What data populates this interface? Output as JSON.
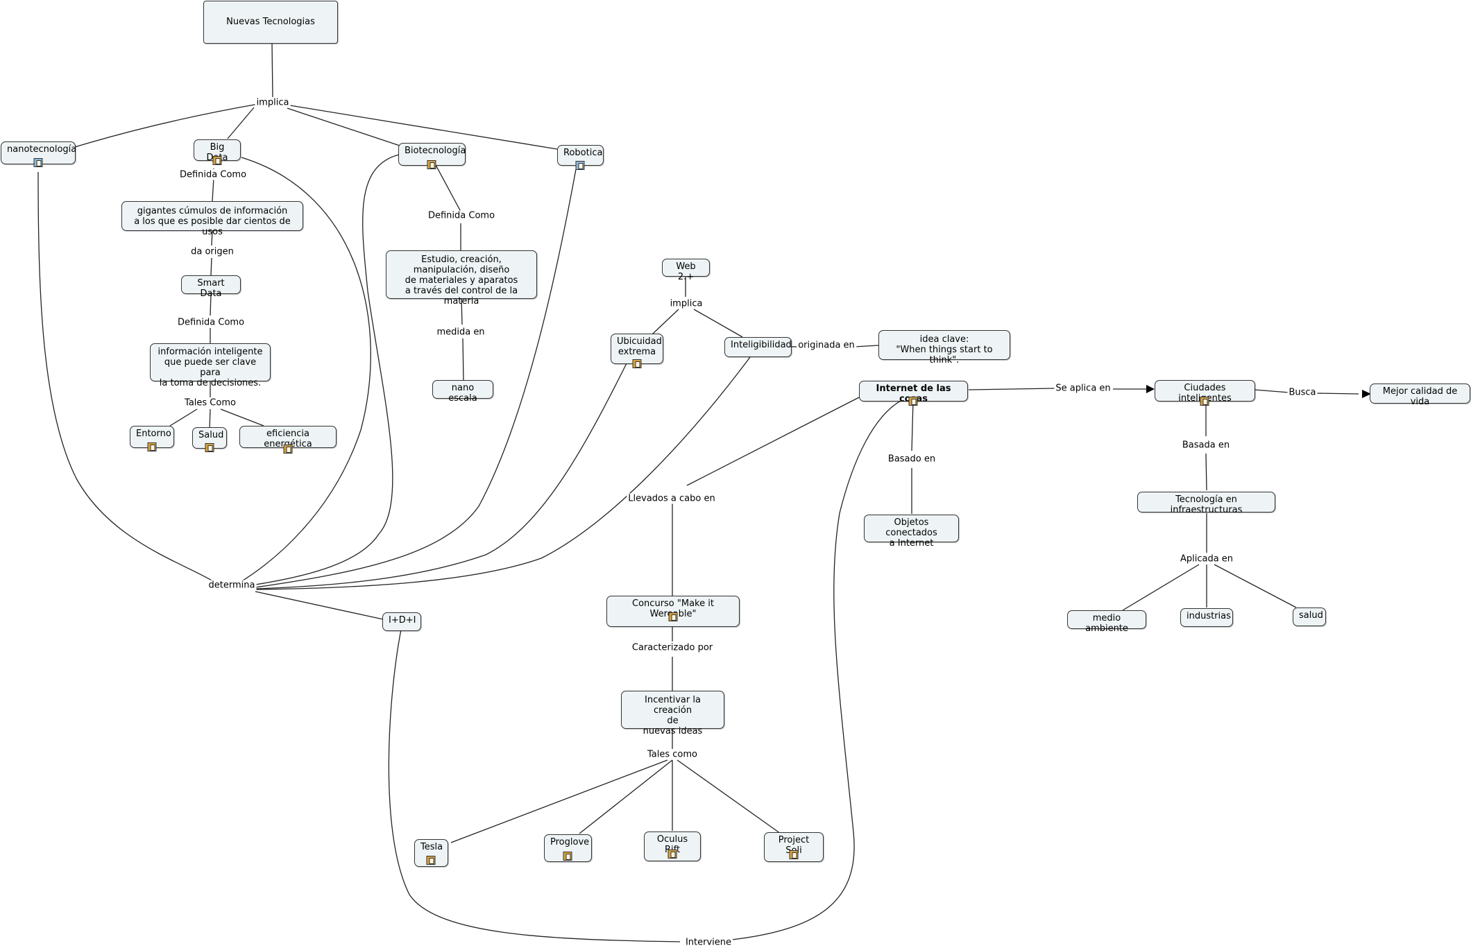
{
  "concepts": {
    "nuevas_tecnologias": "Nuevas Tecnologias",
    "nanotecnologia": "nanotecnología",
    "big_data": "Big Data",
    "biotecnologia": "Biotecnología",
    "robotica": "Robotica",
    "gigantes": "gigantes cúmulos de información\na los que es posible dar cientos de usos",
    "smart_data": "Smart Data",
    "info_inteligente": "información inteligente\nque puede ser clave para\nla toma de decisiones.",
    "entorno": "Entorno",
    "salud_bd": "Salud",
    "eficiencia": "eficiencia energética",
    "estudio": "Estudio, creación,\nmanipulación, diseño\nde materiales y aparatos\na través del control de la materia",
    "nano_escala": "nano escala",
    "web2": "Web 2.+",
    "ubicuidad": "Ubicuidad\nextrema",
    "inteligibilidad": "Inteligibilidad",
    "idea_clave": "idea clave:\n\"When things start to think\".",
    "internet_cosas": "Internet de las cosas",
    "ciudades": "Ciudades inteligentes",
    "mejor_calidad": "Mejor calidad de vida",
    "objetos": "Objetos conectados\na Internet",
    "tecnologia_infra": "Tecnología en infraestructuras",
    "medio_ambiente": "medio ambiente",
    "industrias": "industrias",
    "salud_ci": "salud",
    "idi": "I+D+I",
    "concurso": "Concurso \"Make it Wereable\"",
    "incentivar": "Incentivar la creación\nde\nnuevas ideas",
    "tesla": "Tesla",
    "proglove": "Proglove",
    "oculus": "Oculus Rift",
    "project_soli": "Project Soli"
  },
  "links": {
    "implica_top": "implica",
    "definida_como_bd": "Definida Como",
    "da_origen": "da origen",
    "definida_como_sd": "Definida Como",
    "tales_como_bd": "Tales Como",
    "definida_como_bio": "Definida Como",
    "medida_en": "medida en",
    "implica_web": "implica",
    "originada_en": "originada en",
    "se_aplica_en": "Se aplica en",
    "busca": "Busca",
    "basada_en": "Basada en",
    "aplicada_en": "Aplicada en",
    "basado_en": "Basado en",
    "llevados_a_cabo_en": "Llevados a cabo en",
    "caracterizado_por": "Caracterizado por",
    "tales_como_inc": "Tales como",
    "determina": "determina",
    "interviene": "Interviene"
  },
  "resource_icons": [
    "document-icon",
    "document-icon",
    "document-icon",
    "document-icon",
    "document-icon",
    "document-icon",
    "document-icon",
    "document-icon",
    "document-icon",
    "document-icon",
    "document-icon",
    "document-icon",
    "document-icon",
    "document-icon",
    "document-icon",
    "document-icon",
    "document-icon"
  ],
  "colors": {
    "node_fill": "#eef4f5",
    "node_border": "#333333",
    "line": "#222222"
  }
}
